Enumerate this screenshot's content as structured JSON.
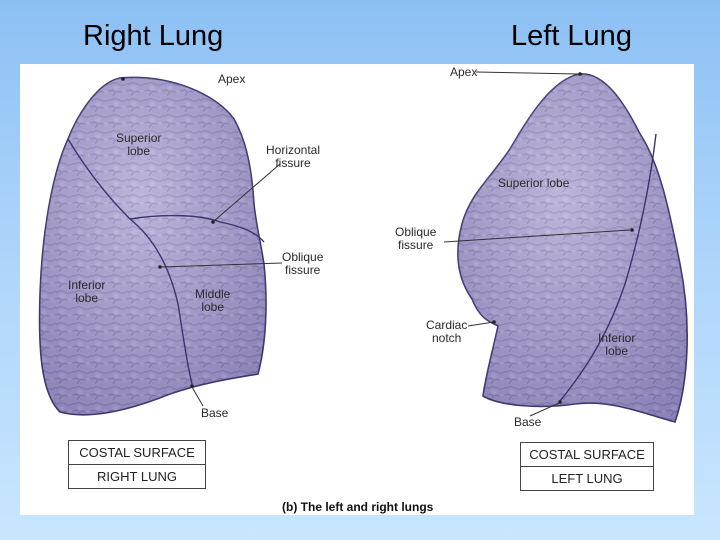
{
  "slide": {
    "title_right": "Right Lung",
    "title_left": "Left Lung"
  },
  "figure": {
    "caption": "(b) The left and right lungs",
    "right_lung": {
      "labels": {
        "apex": "Apex",
        "superior_lobe": [
          "Superior",
          "lobe"
        ],
        "horizontal_fissure": [
          "Horizontal",
          "fissure"
        ],
        "oblique_fissure": [
          "Oblique",
          "fissure"
        ],
        "inferior_lobe": [
          "Inferior",
          "lobe"
        ],
        "middle_lobe": [
          "Middle",
          "lobe"
        ],
        "base": "Base"
      },
      "box": {
        "surface": "COSTAL SURFACE",
        "name": "RIGHT LUNG"
      }
    },
    "left_lung": {
      "labels": {
        "apex": "Apex",
        "superior_lobe": "Superior lobe",
        "oblique_fissure": [
          "Oblique",
          "fissure"
        ],
        "cardiac_notch": [
          "Cardiac",
          "notch"
        ],
        "inferior_lobe": [
          "Inferior",
          "lobe"
        ],
        "base": "Base"
      },
      "box": {
        "surface": "COSTAL SURFACE",
        "name": "LEFT LUNG"
      }
    }
  },
  "colors": {
    "lung_fill": "#a79ccd",
    "lung_fill_light": "#c3bbe0",
    "lung_outline": "#3b3570",
    "background_top": "#8cc0f4",
    "background_bottom": "#c9e6fe"
  }
}
